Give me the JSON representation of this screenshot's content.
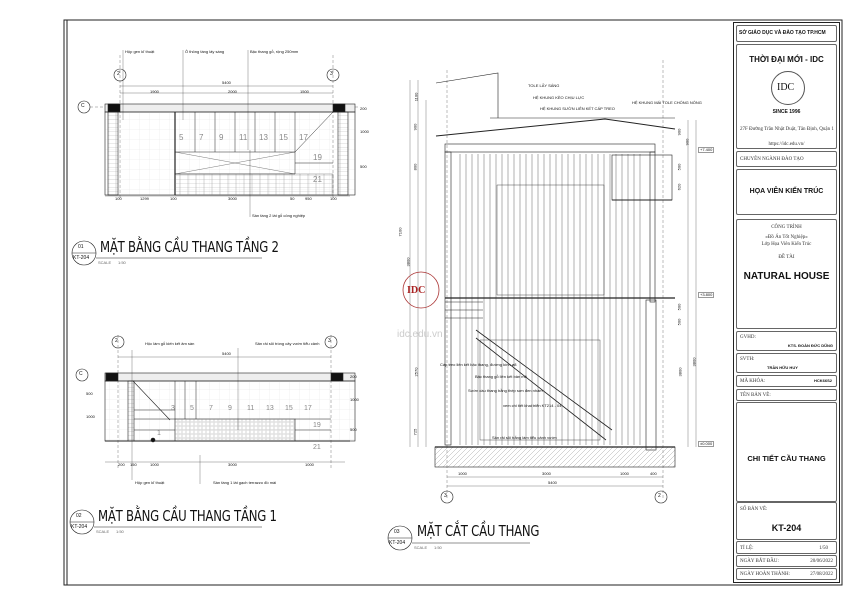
{
  "sheet": {
    "plan2": {
      "title": "MẶT BẰNG CẦU THANG TẦNG 2",
      "no": "01",
      "sheet": "KT-204",
      "scale_label": "SCALE",
      "scale": "1:50",
      "axes": [
        "2",
        "3",
        "C"
      ],
      "notes": [
        "Hộp gen kĩ thuật",
        "Ô thông tầng lấy sáng",
        "Bậc thang gỗ, rộng 250mm",
        "Sàn tầng 2 lát gỗ công nghiệp"
      ],
      "dims_top": [
        "5400",
        "1900",
        "2000",
        "1500"
      ],
      "dims_bottom": [
        "100",
        "1299",
        "100",
        "3000",
        "50",
        "950",
        "100"
      ],
      "dims_right": [
        "200",
        "1000",
        "500"
      ],
      "steps": [
        "5",
        "7",
        "9",
        "11",
        "13",
        "15",
        "17",
        "19",
        "21"
      ]
    },
    "plan1": {
      "title": "MẶT BẰNG CẦU THANG TẦNG 1",
      "no": "02",
      "sheet": "KT-204",
      "scale_label": "SCALE",
      "scale": "1:50",
      "axes": [
        "2",
        "3",
        "C"
      ],
      "notes": [
        "Hộc làm gỗ kiến kết âm sàn",
        "Sân rải sỏi trồng cây vườn tiểu cảnh",
        "Hộp gen kĩ thuật",
        "Sàn tầng 1 lát gạch terrazzo đồ mài"
      ],
      "dims_top": [
        "5400"
      ],
      "dims_bottom": [
        "200",
        "150",
        "1000",
        "3000",
        "1000"
      ],
      "dims_left": [
        "500",
        "1000"
      ],
      "dims_right": [
        "200",
        "1000",
        "500"
      ],
      "steps": [
        "1",
        "3",
        "5",
        "7",
        "9",
        "11",
        "13",
        "15",
        "17",
        "19",
        "21"
      ]
    },
    "section": {
      "title": "MẶT CẮT CẦU THANG",
      "no": "03",
      "sheet": "KT-204",
      "scale_label": "SCALE",
      "scale": "1:50",
      "axes": [
        "3",
        "2"
      ],
      "notes": [
        "TOLE LẤY SÁNG",
        "HỆ KHUNG KÈO CHỊU LỰC",
        "HỆ KHUNG SƯỜN LIÊN KẾT CÁP TREO",
        "HỆ KHUNG MÁI TOLE CHỐNG NÓNG",
        "Cáp treo liên kết bậc thang, đường kính ø8",
        "Bậc thang gỗ liên kết bản mã",
        "Sườn cầu thang bằng thép sơn đen nhám",
        "xem chi tiết khai triển KT214 - 04",
        "Sân rải sỏi trắng làm tiểu cảnh vườn"
      ],
      "levels": [
        "+7.400",
        "+3.800",
        "±0.000"
      ],
      "dims_bottom": [
        "1000",
        "3000",
        "1000",
        "400",
        "5400"
      ],
      "dims_left": [
        "1100",
        "900",
        "800",
        "3800",
        "2570",
        "725",
        "7100"
      ],
      "dims_right": [
        "900",
        "900",
        "500",
        "620",
        "500",
        "500",
        "3800",
        "3800"
      ]
    },
    "watermark": {
      "logo": "IDC",
      "url": "idc.edu.vn"
    }
  },
  "title_block": {
    "department": "SỞ GIÁO DỤC VÀ ĐÀO TẠO TP.HCM",
    "school": "THỜI ĐẠI MỚI - IDC",
    "logo": "IDC",
    "since": "SINCE 1996",
    "address": "27F Đường Trần Nhật Duật, Tân Định, Quận 1",
    "website": "https://idc.edu.vn/",
    "program_label": "CHUYÊN NGÀNH ĐÀO TẠO",
    "program": "HỌA VIÊN KIẾN TRÚC",
    "project_label": "CÔNG TRÌNH",
    "project_line1": "«Đồ Án Tốt Nghiệp»",
    "project_line2": "Lớp Họa Viên Kiến Trúc",
    "topic_label": "ĐỀ TÀI",
    "topic": "NATURAL HOUSE",
    "advisor_label": "GVHD:",
    "advisor": "KTS. ĐOÀN ĐỨC DŨNG",
    "student_label": "SVTH:",
    "student": "TRẦN HỮU HUY",
    "course_label": "MÃ KHÓA:",
    "course": "HCK66S2",
    "drawing_label": "TÊN BẢN VẼ:",
    "drawing": "CHI TIẾT CẦU THANG",
    "sheet_label": "SỐ BẢN VẼ:",
    "sheet": "KT-204",
    "scale_label": "TỈ LỆ:",
    "scale": "1/50",
    "start_label": "NGÀY BẮT ĐẦU:",
    "start": "20/06/2022",
    "end_label": "NGÀY HOÀN THÀNH:",
    "end": "27/08/2022"
  }
}
